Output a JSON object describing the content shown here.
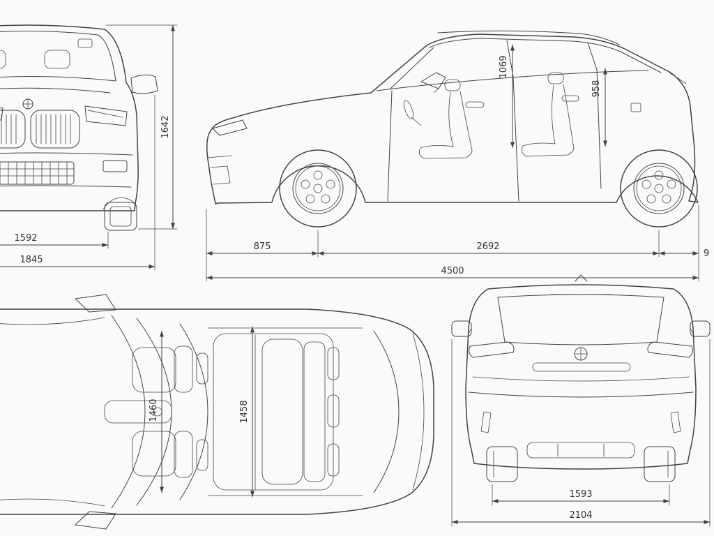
{
  "colors": {
    "line": "#3e434a",
    "label": "#2e3238",
    "background": "#fafafa"
  },
  "front_view": {
    "overall_height": "1642",
    "front_track": "1592",
    "overall_width": "1845"
  },
  "side_view": {
    "front_interior_height": "1069",
    "rear_interior_height": "958",
    "front_overhang": "875",
    "wheelbase": "2692",
    "overall_length": "4500",
    "rear_overhang_partial": "9"
  },
  "top_view": {
    "front_interior_width": "1460",
    "rear_interior_width": "1458"
  },
  "rear_view": {
    "rear_track": "1593",
    "overall_width_mirrors": "2104"
  }
}
